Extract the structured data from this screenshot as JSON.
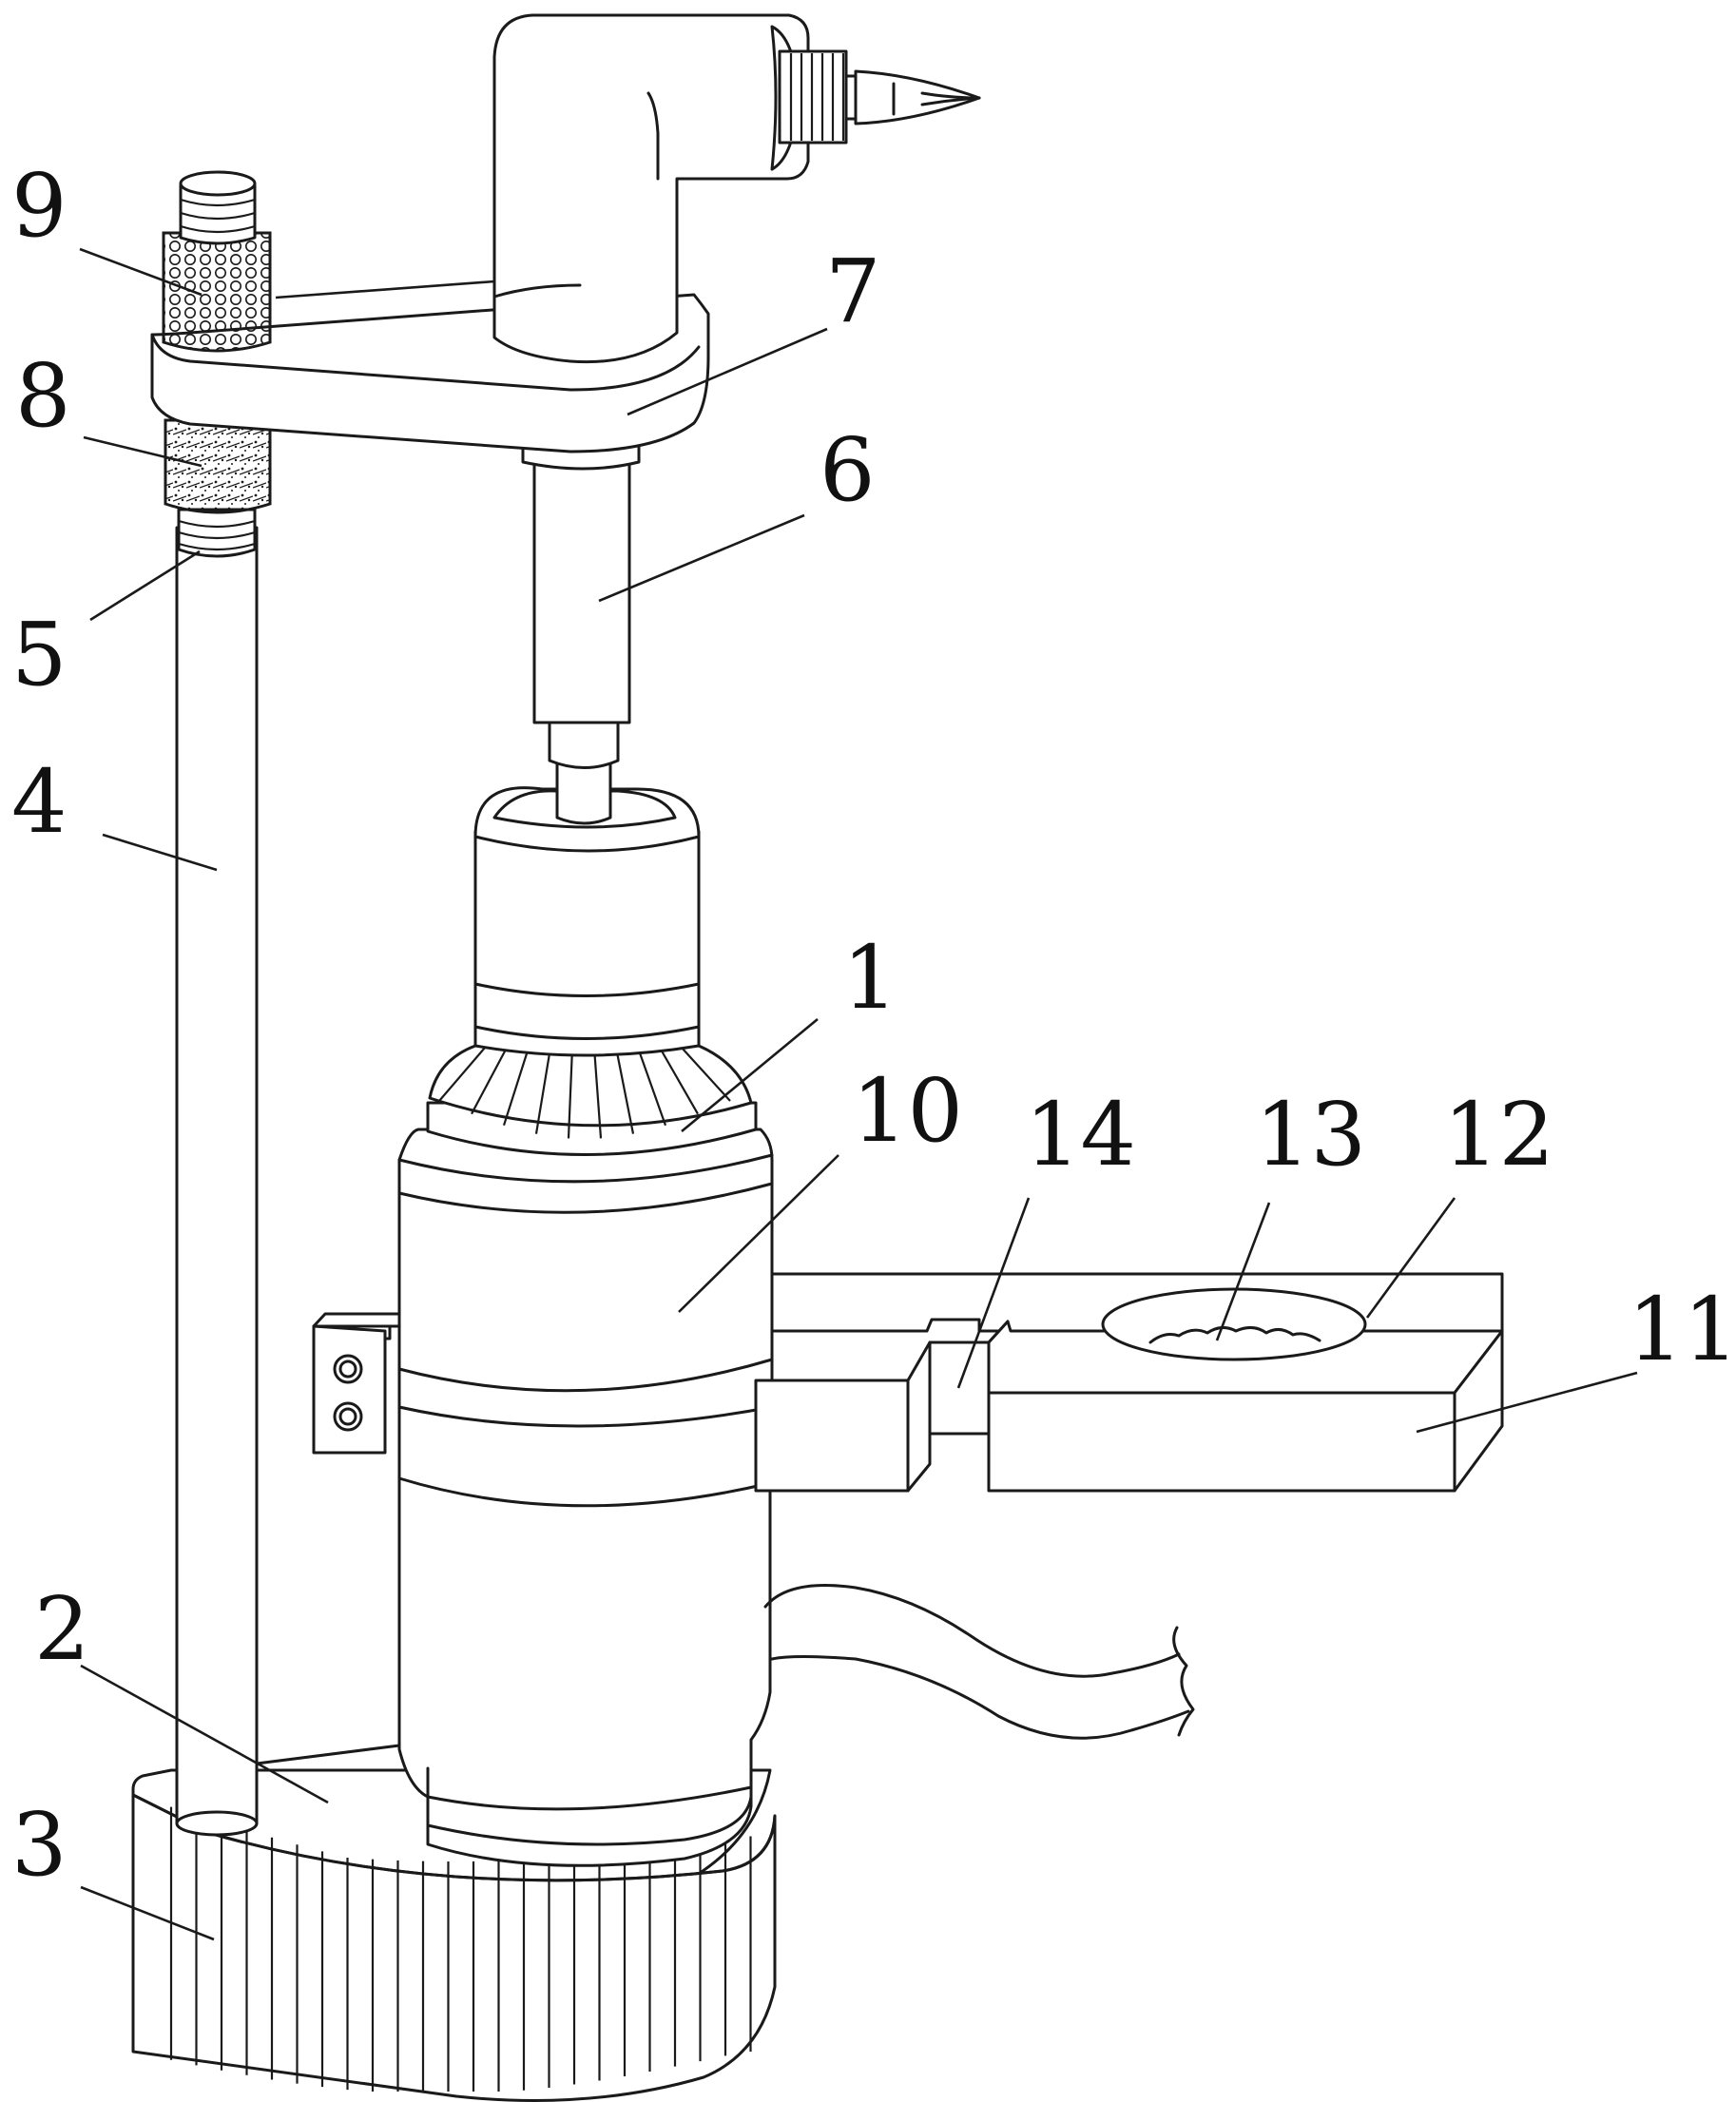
{
  "labels": [
    {
      "id": "1",
      "text": "1"
    },
    {
      "id": "2",
      "text": "2"
    },
    {
      "id": "3",
      "text": "3"
    },
    {
      "id": "4",
      "text": "4"
    },
    {
      "id": "5",
      "text": "5"
    },
    {
      "id": "6",
      "text": "6"
    },
    {
      "id": "7",
      "text": "7"
    },
    {
      "id": "8",
      "text": "8"
    },
    {
      "id": "9",
      "text": "9"
    },
    {
      "id": "10",
      "text": "10"
    },
    {
      "id": "11",
      "text": "11"
    },
    {
      "id": "12",
      "text": "12"
    },
    {
      "id": "13",
      "text": "13"
    },
    {
      "id": "14",
      "text": "14"
    }
  ],
  "colors": {
    "line": "#1a1a1a",
    "background": "#ffffff"
  }
}
